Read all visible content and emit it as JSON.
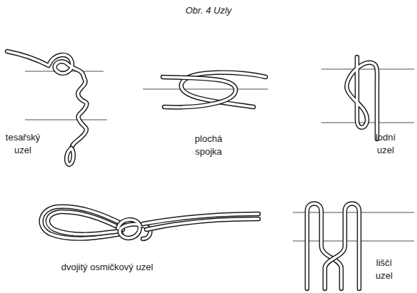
{
  "diagram": {
    "title": "Obr. 4 Uzly",
    "labels": [
      "tesařský uzel",
      "plochá spojka",
      "lodní uzel",
      "dvojitý osmičkový uzel",
      "liščí uzel"
    ]
  }
}
